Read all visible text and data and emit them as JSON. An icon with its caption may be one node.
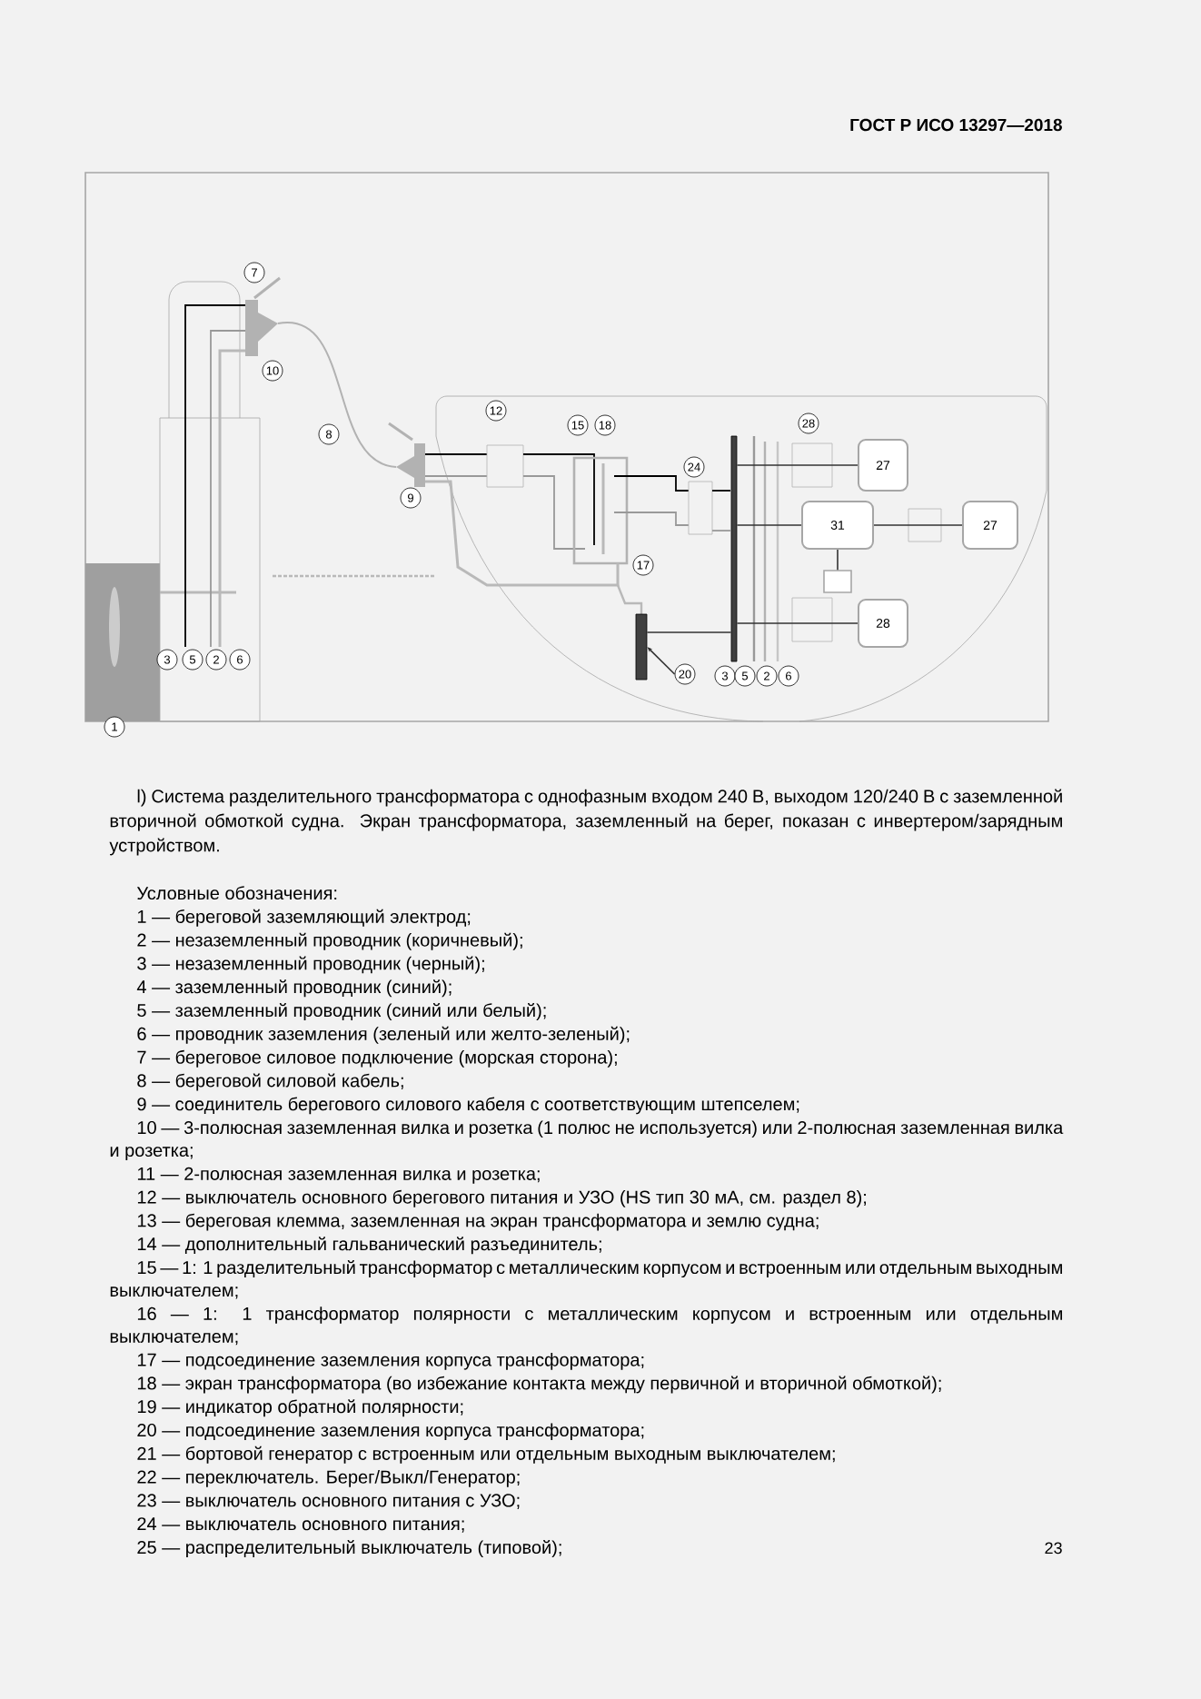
{
  "diagram": {
    "caption": "l) Система разделительного трансформатора с однофазным входом 240 В, выходом 120/240 В с заземленной вторичной обмоткой судна. Экран трансформатора, заземленный на берег, показан с инвертером/зарядным устройством.",
    "nodes": [
      {
        "text": [
          "7"
        ]
      },
      {
        "text": [
          "10"
        ]
      },
      {
        "text": [
          "12"
        ]
      },
      {
        "text": [
          "15"
        ]
      },
      {
        "text": [
          "18"
        ]
      },
      {
        "text": [
          "28"
        ]
      },
      {
        "text": [
          "8"
        ]
      },
      {
        "text": [
          "27"
        ]
      },
      {
        "text": [
          "9"
        ]
      },
      {
        "text": [
          "24"
        ]
      },
      {
        "text": [
          "31"
        ]
      },
      {
        "text": [
          "27"
        ]
      },
      {
        "text": [],
        "shape": "box"
      },
      {
        "text": [
          "17"
        ]
      },
      {
        "text": [
          "28"
        ]
      },
      {
        "text": [
          "3"
        ]
      },
      {
        "text": [
          "5"
        ]
      },
      {
        "text": [
          "2"
        ]
      },
      {
        "text": [
          "6"
        ]
      },
      {
        "text": [
          "20"
        ]
      },
      {
        "text": [],
        "shape": "bar"
      },
      {
        "text": [
          "3"
        ]
      },
      {
        "text": [
          "5"
        ]
      },
      {
        "text": [
          "2"
        ]
      },
      {
        "text": [
          "6"
        ]
      },
      {
        "text": [
          "1"
        ]
      },
      {
        "text": [],
        "shape": "bar"
      }
    ],
    "edges": [
      {
        "from": 10,
        "to": 11,
        "arrow": "none"
      },
      {
        "from": 10,
        "to": 12,
        "arrow": "none"
      },
      {
        "from": 19,
        "to": 20,
        "arrow": "to"
      },
      {
        "from": 26,
        "to": 7,
        "arrow": "none"
      },
      {
        "from": 26,
        "to": 10,
        "arrow": "none"
      },
      {
        "from": 26,
        "to": 14,
        "arrow": "none"
      },
      {
        "from": 20,
        "to": 26,
        "arrow": "none"
      }
    ],
    "labels": [
      "ГОСТ Р ИСО 13297—2018",
      "Условные обозначения:",
      "1 — береговой заземляющий электрод;",
      "2 — незаземленный проводник (коричневый);",
      "3 — незаземленный проводник (черный);",
      "4 — заземленный проводник (синий);",
      "5 — заземленный проводник (синий или белый);",
      "6 — проводник заземления (зеленый или желто-зеленый);",
      "7 — береговое силовое подключение (морская сторона);",
      "8 — береговой силовой кабель;",
      "9 — соединитель берегового силового кабеля с соответствующим штепселем;",
      "10 — 3-полюсная заземленная вилка и розетка (1 полюс не используется) или 2-полюсная заземленная вилка и розетка;",
      "11 — 2-полюсная заземленная вилка и розетка;",
      "12 — выключатель основного берегового питания и УЗО (HS тип 30 мА, см. раздел 8);",
      "13 — береговая клемма, заземленная на экран трансформатора и землю судна;",
      "14 — дополнительный гальванический разъединитель;",
      "15 — 1: 1 разделительный трансформатор с металлическим корпусом и встроенным или отдельным выходным выключателем;",
      "16 — 1: 1 трансформатор полярности с металлическим корпусом и встроенным или отдельным выключателем;",
      "17 — подсоединение заземления корпуса трансформатора;",
      "18 — экран трансформатора (во избежание контакта между первичной и вторичной обмоткой);",
      "19 — индикатор обратной полярности;",
      "20 — подсоединение заземления корпуса трансформатора;",
      "21 — бортовой генератор с встроенным или отдельным выходным выключателем;",
      "22 — переключатель. Берег/Выкл/Генератор;",
      "23 — выключатель основного питания с УЗО;",
      "24 — выключатель основного питания;",
      "25 — распределительный выключатель (типовой);",
      "23"
    ]
  }
}
